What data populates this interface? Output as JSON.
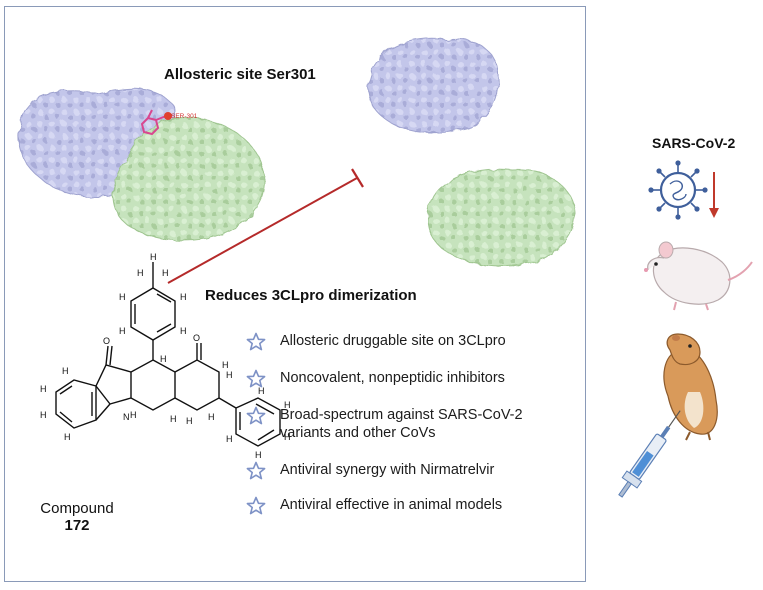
{
  "labels": {
    "allosteric_site": "Allosteric site Ser301",
    "residue_tag": "SER-301",
    "dimerization": "Reduces 3CLpro dimerization",
    "virus": "SARS-CoV-2",
    "compound_word": "Compound",
    "compound_number": "172"
  },
  "bullets": [
    {
      "line1": "Allosteric druggable site on 3CLpro",
      "line2": ""
    },
    {
      "line1": "Noncovalent, nonpeptidic inhibitors",
      "line2": ""
    },
    {
      "line1": "Broad-spectrum against SARS-CoV-2",
      "line2": "variants and other CoVs"
    },
    {
      "line1": "Antiviral synergy with Nirmatrelvir",
      "line2": ""
    },
    {
      "line1": "Antiviral effective in animal models",
      "line2": ""
    }
  ],
  "atoms": {
    "oxygen": "O",
    "nitrogen": "N",
    "hydrogen": "H"
  },
  "colors": {
    "protomer_a": "#c3c6ea",
    "protomer_b": "#c6e3bd",
    "ligand": "#d9468f",
    "inhibition_line": "#b52a2a",
    "star": "#7e92c6",
    "panel_border": "#8a9ab8",
    "virus": "#3f5f9b"
  }
}
